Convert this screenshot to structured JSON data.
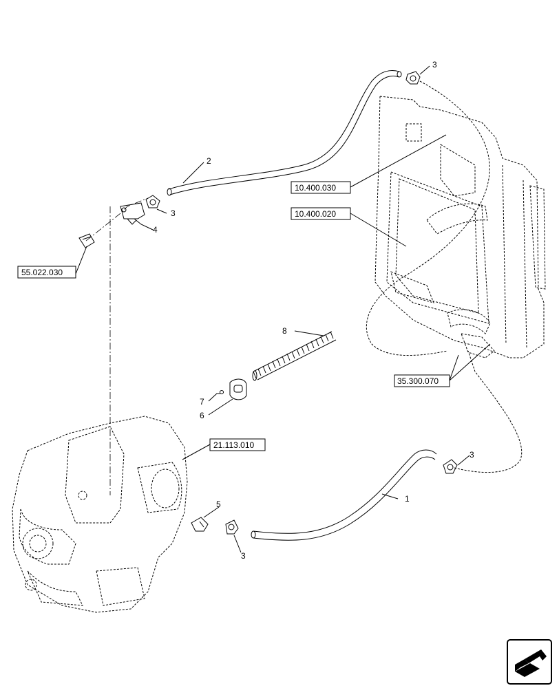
{
  "callouts": {
    "c1": "1",
    "c2": "2",
    "c3a": "3",
    "c3b": "3",
    "c3c": "3",
    "c3d": "3",
    "c4": "4",
    "c5": "5",
    "c6": "6",
    "c7": "7",
    "c8": "8"
  },
  "references": {
    "r1": "10.400.030",
    "r2": "10.400.020",
    "r3": "55.022.030",
    "r4": "35.300.070",
    "r5": "21.113.010"
  },
  "nav_icon": "next-page-arrow-icon"
}
